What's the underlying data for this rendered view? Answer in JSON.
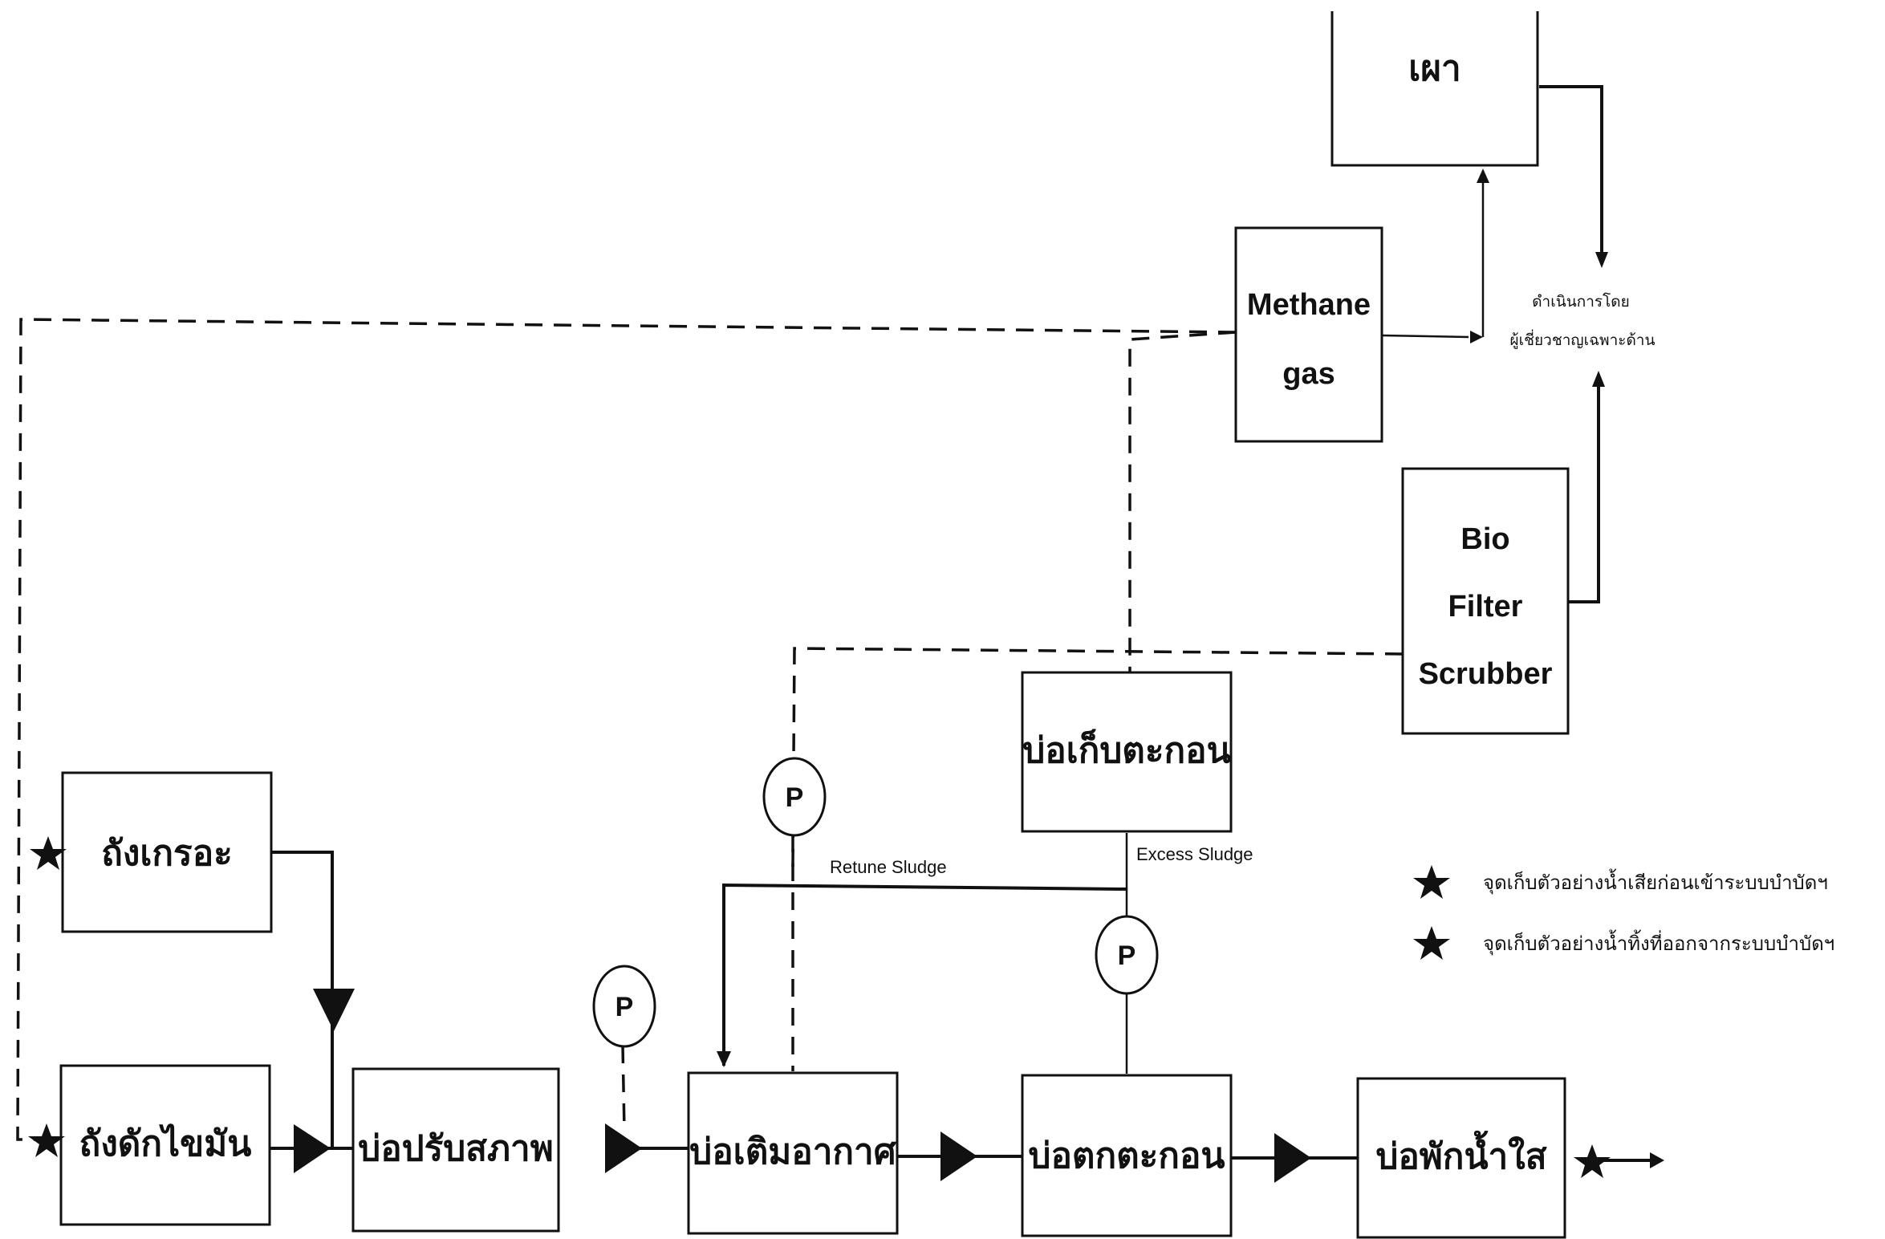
{
  "boxes": {
    "grease_trap": "ถังดักไขมัน",
    "screen_tank": "ถังเกรอะ",
    "equalization": "บ่อปรับสภาพ",
    "aeration": "บ่อเติมอากาศ",
    "sedimentation": "บ่อตกตะกอน",
    "clear_water": "บ่อพักน้ำใส",
    "sludge_holding": "บ่อเก็บตะกอน",
    "incinerate": "เผา",
    "methane_line1": "Methane",
    "methane_line2": "gas",
    "bio_line1": "Bio",
    "bio_line2": "Filter",
    "bio_line3": "Scrubber"
  },
  "labels": {
    "retune_sludge": "Retune Sludge",
    "excess_sludge": "Excess Sludge",
    "expert_line1": "ดำเนินการโดย",
    "expert_line2": "ผู้เชี่ยวชาญเฉพาะด้าน",
    "pump": "P"
  },
  "legend": {
    "item1": "จุดเก็บตัวอย่างน้ำเสียก่อนเข้าระบบบำบัดฯ",
    "item2": "จุดเก็บตัวอย่างน้ำทิ้งที่ออกจากระบบบำบัดฯ"
  }
}
